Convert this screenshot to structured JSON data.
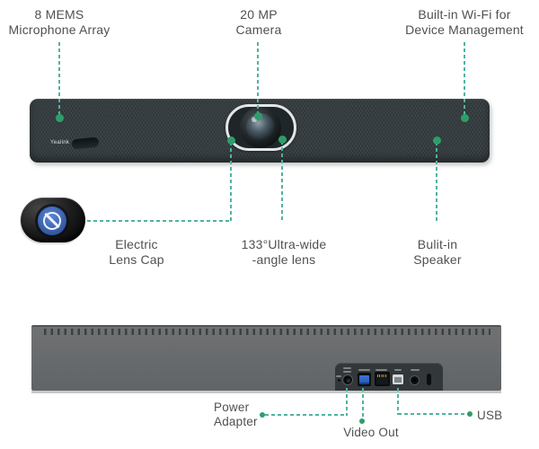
{
  "device": {
    "brand": "Yealink",
    "type": "video-conference-soundbar"
  },
  "colors": {
    "background": "#ffffff",
    "label_text": "#4e5152",
    "leader_line_teal": "#4fb3a1",
    "endpoint_dot_green": "#2e9e68",
    "front_bar_charcoal": "#353d40",
    "rear_bar_gray": "#67696b",
    "camera_ring_white": "#e4e6e6",
    "lens_cap_badge_blue": "#3c62ad",
    "video_port_blue": "#2f6fd6"
  },
  "front_callouts": {
    "mic": {
      "line1": "8 MEMS",
      "line2": "Microphone Array"
    },
    "camera": {
      "line1": "20 MP",
      "line2": "Camera"
    },
    "wifi": {
      "line1": "Built-in Wi-Fi for",
      "line2": "Device Management"
    },
    "lens_cap": {
      "line1": "Electric",
      "line2": "Lens Cap"
    },
    "wide_lens": {
      "line1": "133°Ultra-wide",
      "line2": "-angle lens"
    },
    "speaker": {
      "line1": "Bulit-in",
      "line2": "Speaker"
    }
  },
  "rear_callouts": {
    "power": {
      "line1": "Power",
      "line2": "Adapter"
    },
    "video_out": {
      "label": "Video Out"
    },
    "usb": {
      "label": "USB"
    }
  },
  "icons": {
    "lens_cap_badge": "prohibition-icon",
    "rear_ports": [
      "reset-pinhole",
      "dc-power-jack",
      "video-out-usb-port",
      "ethernet-port",
      "usb-a-port",
      "audio-jack-port",
      "kensington-lock-slot"
    ]
  }
}
